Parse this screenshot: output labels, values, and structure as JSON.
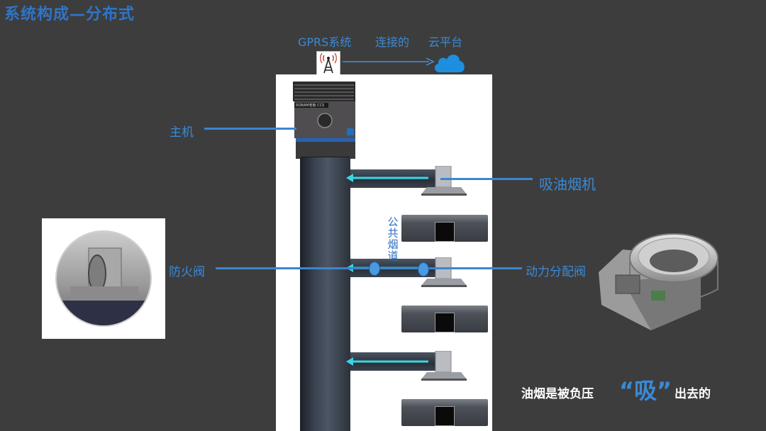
{
  "title": "系统构成—分布式",
  "top_labels": {
    "gprs": "GPRS系统",
    "connect": "连接的",
    "cloud": "云平台"
  },
  "labels": {
    "host": "主机",
    "hood": "吸油烟机",
    "flue": "公共烟道",
    "fire_valve": "防火阀",
    "power_valve": "动力分配阀"
  },
  "host_brand": "ROBAM老板 CCS",
  "bottom_caption": {
    "part1": "油烟是被负压",
    "emphasis": "“吸”",
    "part2": "出去的"
  },
  "colors": {
    "background": "#3d3d3d",
    "accent_blue": "#3a8ad6",
    "cloud_blue": "#1e8fe0"
  },
  "icons": [
    "antenna-tower-icon",
    "arrow-right-icon",
    "cloud-icon"
  ]
}
